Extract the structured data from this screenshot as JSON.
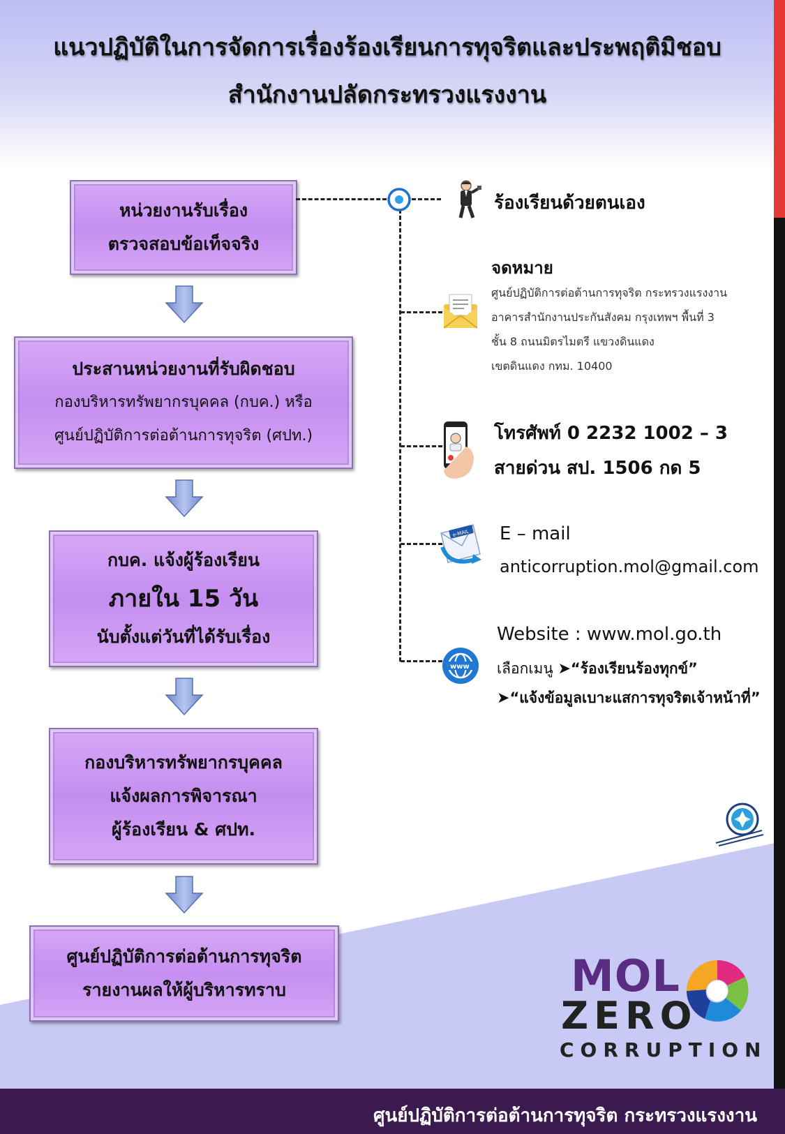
{
  "title": {
    "line1": "แนวปฏิบัติในการจัดการเรื่องร้องเรียนการทุจริตและประพฤติมิชอบ",
    "line2": "สำนักงานปลัดกระทรวงแรงงาน"
  },
  "flow": {
    "step1": {
      "line1": "หน่วยงานรับเรื่อง",
      "line2": "ตรวจสอบข้อเท็จจริง"
    },
    "step2": {
      "line1": "ประสานหน่วยงานที่รับผิดชอบ",
      "line2": "กองบริหารทรัพยากรบุคคล (กบค.) หรือ",
      "line3": "ศูนย์ปฏิบัติการต่อต้านการทุจริต (ศปท.)"
    },
    "step3": {
      "line1": "กบค. แจ้งผู้ร้องเรียน",
      "line2": "ภายใน 15 วัน",
      "line3": "นับตั้งแต่วันที่ได้รับเรื่อง"
    },
    "step4": {
      "line1": "กองบริหารทรัพยากรบุคคล",
      "line2": "แจ้งผลการพิจารณา",
      "line3": "ผู้ร้องเรียน & ศปท."
    },
    "step5": {
      "line1": "ศูนย์ปฏิบัติการต่อต้านการทุจริต",
      "line2": "รายงานผลให้ผู้บริหารทราบ"
    }
  },
  "channels": {
    "in_person": {
      "label": "ร้องเรียนด้วยตนเอง",
      "icon": "person-icon"
    },
    "letter": {
      "label": "จดหมาย",
      "address": [
        "ศูนย์ปฏิบัติการต่อต้านการทุจริต กระทรวงแรงงาน",
        "อาคารสำนักงานประกันสังคม กรุงเทพฯ พื้นที่ 3",
        "ชั้น 8 ถนนมิตรไมตรี แขวงดินแดง",
        "เขตดินแดง กทม. 10400"
      ],
      "icon": "envelope-icon"
    },
    "phone": {
      "line1": "โทรศัพท์ 0 2232 1002 – 3",
      "line2": "สายด่วน สป. 1506 กด 5",
      "icon": "smartphone-icon"
    },
    "email": {
      "label": "E – mail",
      "address": "anticorruption.mol@gmail.com",
      "icon": "email-icon",
      "badge": "e-MAIL"
    },
    "website": {
      "label": "Website : www.mol.go.th",
      "menu_prefix": "เลือกเมนู",
      "menu1": "“ร้องเรียนร้องทุกข์”",
      "menu2": "“แจ้งข้อมูลเบาะแสการทุจริตเจ้าหน้าที่”",
      "icon": "globe-icon",
      "badge": "www"
    }
  },
  "logo": {
    "mol": "MOL",
    "zero": "ZERO",
    "corruption": "CORRUPTION"
  },
  "footer": {
    "text": "ศูนย์ปฏิบัติการต่อต้านการทุจริต  กระทรวงแรงงาน"
  },
  "colors": {
    "box": "#c99af2",
    "arrow": "#8a9fd6",
    "footer": "#3b1a4f",
    "accent_red": "#e53935",
    "logo_purple": "#5b2d82"
  }
}
